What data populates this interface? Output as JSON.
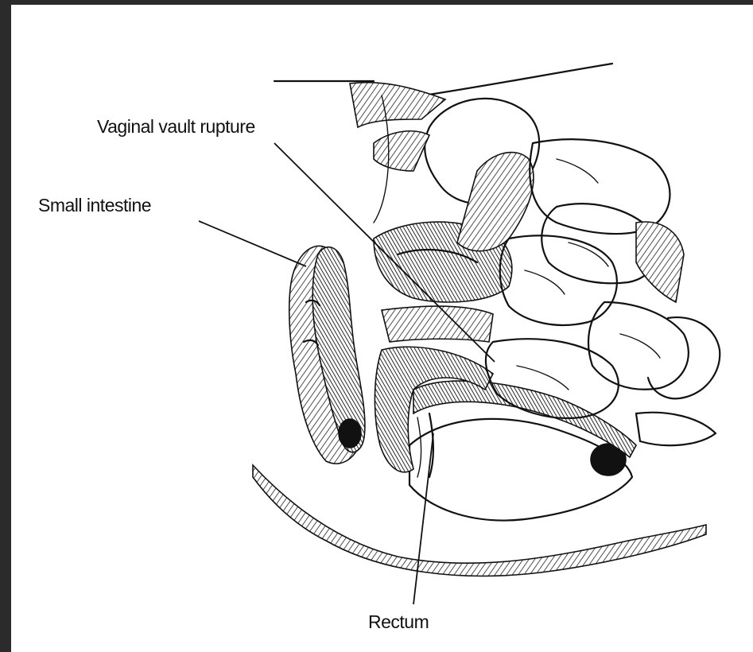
{
  "labels": {
    "vaginal_vault_rupture": "Vaginal vault rupture",
    "small_intestine": "Small intestine",
    "rectum": "Rectum"
  },
  "colors": {
    "background_border": "#2b2b2b",
    "canvas": "#ffffff",
    "ink": "#111111"
  }
}
